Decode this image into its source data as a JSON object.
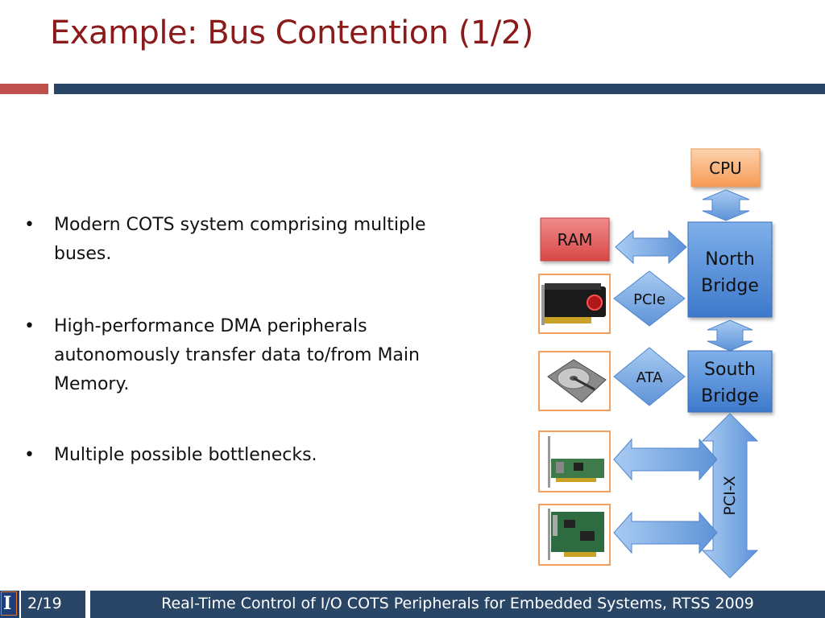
{
  "slide": {
    "title": "Example: Bus Contention (1/2)",
    "bullets": [
      "Modern COTS system comprising multiple buses.",
      "High-performance DMA peripherals autonomously transfer data to/from Main Memory.",
      "Multiple possible bottlenecks."
    ]
  },
  "diagram": {
    "cpu": "CPU",
    "ram": "RAM",
    "north_bridge": [
      "North",
      "Bridge"
    ],
    "south_bridge": [
      "South",
      "Bridge"
    ],
    "pcie": "PCIe",
    "ata": "ATA",
    "pcix": "PCI-X",
    "colors": {
      "cpu_fill": "#f9a86a",
      "ram_fill": "#e05a5a",
      "bridge_fill": "#4a86d6",
      "arrow_fill": "#6ea3e0",
      "frame_stroke": "#f0a060"
    }
  },
  "footer": {
    "logo": "I",
    "page": "2/19",
    "text": "Real-Time Control of I/O COTS Peripherals for Embedded Systems, RTSS 2009"
  }
}
